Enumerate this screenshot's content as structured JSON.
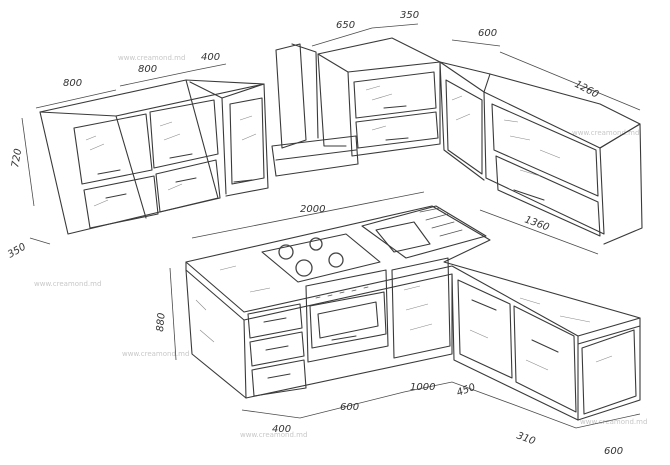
{
  "watermark": "www.creamond.md",
  "dimensions": {
    "upper_left_1": "800",
    "upper_left_2": "800",
    "upper_left_3": "400",
    "upper_mid_1": "650",
    "upper_mid_2": "350",
    "upper_right_1": "600",
    "upper_right_2": "1260",
    "upper_height": "720",
    "upper_depth": "350",
    "counter_length": "2000",
    "counter_right": "1360",
    "base_height": "880",
    "base_bottom_1": "400",
    "base_bottom_2": "600",
    "base_bottom_3": "1000",
    "base_bottom_4": "450",
    "base_bottom_5": "310",
    "base_bottom_6": "600"
  }
}
